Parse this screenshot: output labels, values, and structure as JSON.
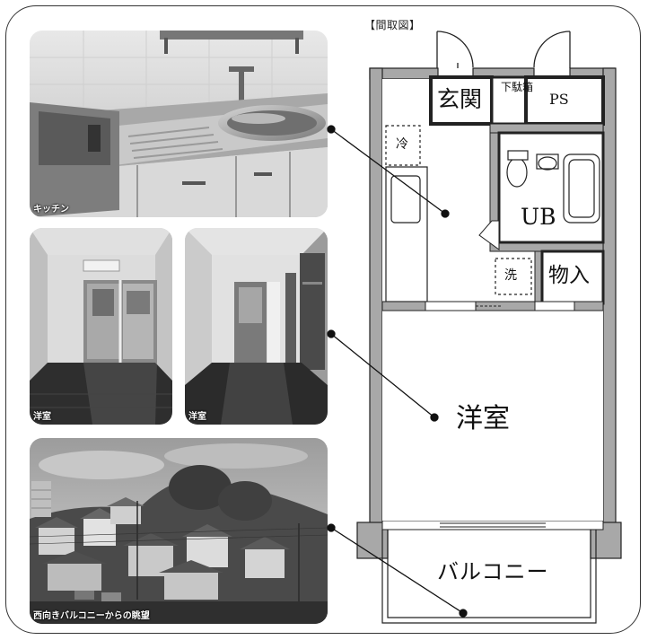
{
  "plan": {
    "title": "【間取図】",
    "rooms": {
      "genkan": "玄関",
      "shoebox": "下駄箱",
      "ps": "PS",
      "fridge": "冷",
      "ub": "UB",
      "washer": "洗",
      "storage": "物入",
      "western": "洋室",
      "balcony": "バルコニー"
    }
  },
  "photos": [
    {
      "caption": "キッチン"
    },
    {
      "caption": "洋室"
    },
    {
      "caption": "洋室"
    },
    {
      "caption": "西向きバルコニーからの眺望"
    }
  ]
}
